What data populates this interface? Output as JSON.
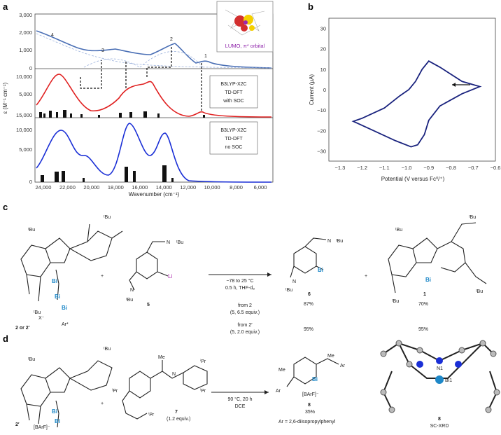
{
  "panels": {
    "a": "a",
    "b": "b",
    "c": "c",
    "d": "d"
  },
  "panel_a": {
    "y_ticks_top": [
      "3,000",
      "2,000",
      "1,000",
      "0"
    ],
    "y_ticks_mid": [
      "10,000",
      "5,000",
      "15,000"
    ],
    "y_ticks_bot": [
      "15,000",
      "10,000",
      "5,000",
      "0"
    ],
    "ylabel": "ε (M⁻¹ cm⁻¹)",
    "x_ticks": [
      "24,000",
      "22,000",
      "20,000",
      "18,000",
      "16,000",
      "14,000",
      "12,000",
      "10,000",
      "8,000",
      "6,000"
    ],
    "xlabel": "Wavenumber (cm⁻¹)",
    "peak_labels": [
      "4",
      "3",
      "2",
      "1"
    ],
    "lumo_label": "LUMO, π* orbital",
    "box_soc": [
      "B3LYP-X2C",
      "TD-DFT",
      "with SOC"
    ],
    "box_nosoc": [
      "B3LYP-X2C",
      "TD-DFT",
      "no SOC"
    ]
  },
  "panel_b": {
    "y_ticks": [
      "30",
      "20",
      "10",
      "0",
      "−10",
      "−20",
      "−30"
    ],
    "ylabel": "Current (μA)",
    "x_ticks": [
      "−1.3",
      "−1.2",
      "−1.1",
      "−1.0",
      "−0.9",
      "−0.8",
      "−0.7",
      "−0.6"
    ],
    "xlabel": "Potential (V versus Fc⁰/⁺)"
  },
  "panel_c": {
    "plus1": "+",
    "plus2": "+",
    "reactant_label": "2 or 2′",
    "reagent_label": "5",
    "conditions": [
      "−78 to 25 °C",
      "0.5 h, THF-d₈"
    ],
    "from2": "from 2",
    "from2_equiv": "(5, 6.5 equiv.)",
    "from2p": "from 2′",
    "from2p_equiv": "(5, 2.0 equiv.)",
    "product6": "6",
    "product1": "1",
    "yield6_a": "87%",
    "yield6_b": "95%",
    "yield1_a": "70%",
    "yield1_b": "95%",
    "anion": "X⁻",
    "ar": "Ar*",
    "li": "Li",
    "tbu": "ᵗBu",
    "nn": "N"
  },
  "panel_d": {
    "plus": "+",
    "reactant_label": "2′",
    "counterion": "[BArF]⁻",
    "ligand_label": "7",
    "ligand_equiv": "(1.2 equiv.)",
    "conditions": [
      "90 °C, 20 h",
      "DCE"
    ],
    "product_label": "8",
    "product_yield": "35%",
    "product_anion": "[BArF]⁻",
    "ar_def": "Ar = 2,6-diisopropylphenyl",
    "xrd_label": "8",
    "xrd_sub": "SC-XRD",
    "n1": "N1",
    "bi1": "Bi1",
    "ipr": "ⁱPr",
    "me": "Me",
    "ar": "Ar"
  },
  "chart_data": [
    {
      "type": "line",
      "panel": "a",
      "title": "",
      "xlabel": "Wavenumber (cm⁻¹)",
      "ylabel": "ε (M⁻¹ cm⁻¹)",
      "x_range": [
        25500,
        5000
      ],
      "series": [
        {
          "x": [
            25500,
            24500,
            23000,
            21000,
            19500,
            18500,
            17000,
            15500,
            14000,
            13000,
            12000,
            11000,
            10000,
            9000,
            7000,
            5500
          ],
          "values": [
            2400,
            2100,
            1500,
            1050,
            850,
            900,
            800,
            700,
            1000,
            1250,
            700,
            250,
            350,
            60,
            10,
            0
          ]
        },
        {
          "x": [
            25500,
            23800,
            22500,
            21000,
            20000,
            18500,
            17000,
            15800,
            14800,
            13500,
            12000,
            10500,
            10000,
            9000,
            7000,
            5500
          ],
          "values": [
            3000,
            8500,
            10000,
            5500,
            3700,
            3900,
            7000,
            7800,
            8800,
            5500,
            1000,
            500,
            1200,
            200,
            0,
            0
          ]
        },
        {
          "x": [
            25500,
            24000,
            22800,
            21500,
            20500,
            19000,
            17200,
            16000,
            15000,
            14000,
            13000,
            11500,
            10000,
            8000,
            5500
          ],
          "values": [
            2000,
            6000,
            11000,
            6500,
            2500,
            3000,
            12500,
            6000,
            7500,
            9500,
            3500,
            500,
            200,
            0,
            0
          ]
        }
      ]
    },
    {
      "type": "line",
      "panel": "b",
      "title": "",
      "xlabel": "Potential (V versus Fc⁰/⁺)",
      "ylabel": "Current (μA)",
      "x_range": [
        -1.35,
        -0.6
      ],
      "y_range": [
        -35,
        35
      ],
      "series": [
        {
          "x": [
            -0.67,
            -0.75,
            -0.85,
            -0.9,
            -0.92,
            -0.95,
            -0.98,
            -1.05,
            -1.15,
            -1.24,
            -1.2,
            -1.1,
            -1.03,
            -0.99,
            -0.96,
            -0.93,
            -0.9,
            -0.85,
            -0.75,
            -0.67
          ],
          "values": [
            1.5,
            -2,
            -8,
            -15,
            -22,
            -27,
            -28,
            -25,
            -20,
            -15.5,
            -14,
            -9,
            -3,
            0,
            4,
            10,
            14,
            11,
            4,
            1.5
          ]
        }
      ]
    }
  ]
}
